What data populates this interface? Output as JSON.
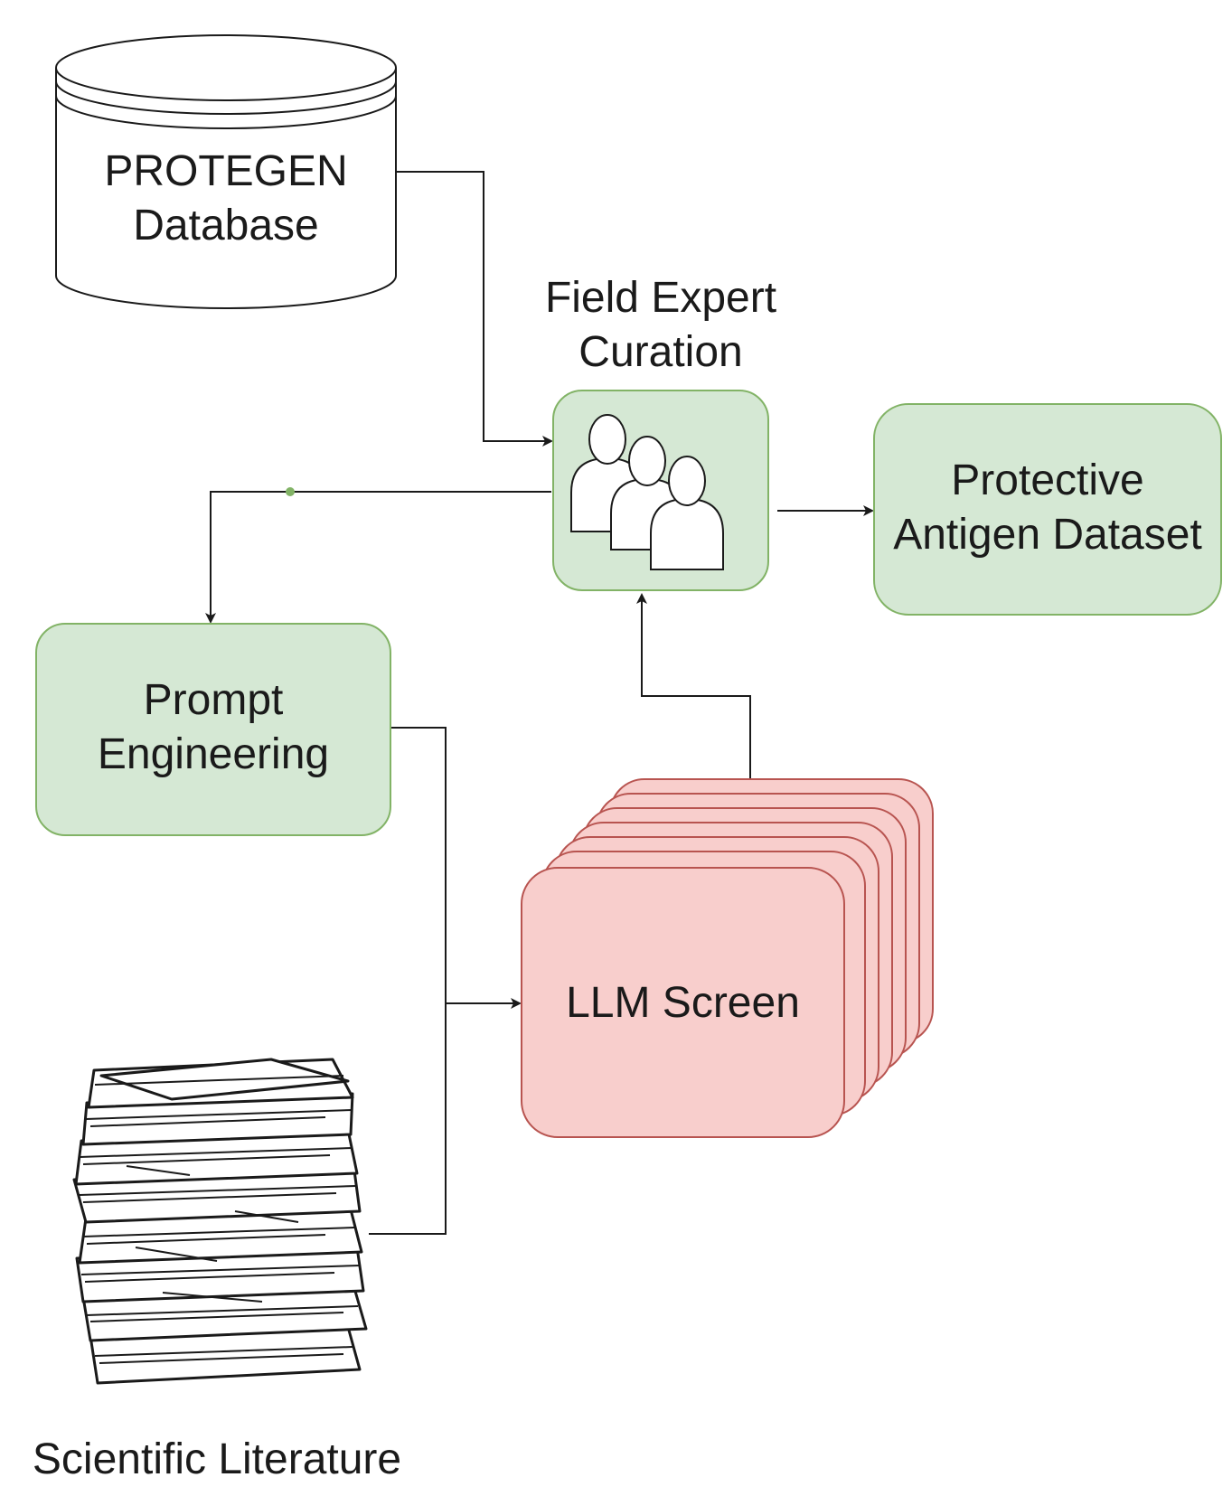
{
  "nodes": {
    "protegen_database": {
      "line1": "PROTEGEN",
      "line2": "Database"
    },
    "field_expert_curation": {
      "line1": "Field Expert",
      "line2": "Curation"
    },
    "protective_antigen_dataset": {
      "line1": "Protective",
      "line2": "Antigen Dataset"
    },
    "prompt_engineering": {
      "line1": "Prompt",
      "line2": "Engineering"
    },
    "llm_screen": {
      "label": "LLM Screen"
    },
    "scientific_literature": {
      "label": "Scientific Literature"
    }
  },
  "colors": {
    "green_fill": "#d5e8d4",
    "green_stroke": "#82b366",
    "red_fill": "#f8cecc",
    "red_stroke": "#b85450",
    "line": "#1a1a1a"
  },
  "icons": {
    "curation": "people-group-icon",
    "literature": "paper-stack-icon",
    "database": "database-cylinder-icon"
  }
}
